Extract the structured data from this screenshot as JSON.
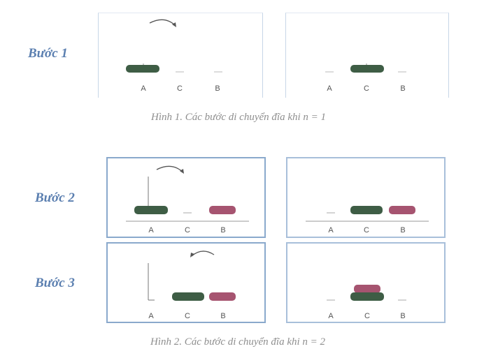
{
  "colors": {
    "disk_large": "#3e5d45",
    "disk_small": "#a65470",
    "arrow": "#555555",
    "panel_border": "#8aa9cc",
    "label": "#5b7fb0"
  },
  "figure1": {
    "step_label": "Bước 1",
    "caption": "Hình 1. Các bước di chuyển đĩa khi n = 1",
    "peg_labels": [
      "A",
      "C",
      "B"
    ]
  },
  "figure2": {
    "step2_label": "Bước 2",
    "step3_label": "Bước 3",
    "caption": "Hình 2. Các bước di chuyển đĩa khi n = 2",
    "peg_labels": [
      "A",
      "C",
      "B"
    ]
  }
}
